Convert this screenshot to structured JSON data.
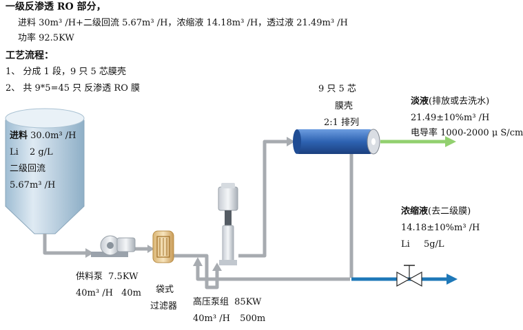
{
  "header": {
    "title": "一级反渗透 RO 部分，",
    "feed_line": "进料 30m³ /H+二级回流 5.67m³ /H，浓缩液 14.18m³ /H，透过液 21.49m³ /H",
    "power_line": "功率 92.5KW",
    "process_title": "工艺流程：",
    "step1": "1、 分成 1 段，9 只 5 芯膜壳",
    "step2": "2、 共 9*5=45 只 反渗透 RO 膜"
  },
  "tank": {
    "feed_label": "进料",
    "feed_value": "30.0m³ /H",
    "li_label": "Li",
    "li_value": "2 g/L",
    "recycle_label": "二级回流",
    "recycle_value": "5.67m³ /H"
  },
  "membrane": {
    "line1": "9 只 5 芯",
    "line2": "膜壳",
    "line3": "2:1 排列"
  },
  "permeate": {
    "title": "淡液",
    "note": "(排放或去洗水)",
    "flow": "21.49±10%m³ /H",
    "conductivity": "电导率 1000-2000 μ S/cm"
  },
  "concentrate": {
    "title": "浓缩液",
    "note": "(去二级膜)",
    "flow": "14.18±10%m³ /H",
    "li_label": "Li",
    "li_value": "5g/L"
  },
  "feed_pump": {
    "name": "供料泵",
    "power": "7.5KW",
    "flow": "40m³ /H",
    "head": "40m"
  },
  "bag_filter": {
    "line1": "袋式",
    "line2": "过滤器"
  },
  "hp_pump": {
    "name": "高压泵组",
    "power": "85KW",
    "flow": "40m³ /H",
    "head": "500m"
  },
  "colors": {
    "pipe_gray": "#a7abb0",
    "permeate_green": "#92d06f",
    "concentrate_blue": "#1e78b8",
    "vessel_blue": "#2e63b2",
    "tank_blue": "#bcd3e4"
  }
}
